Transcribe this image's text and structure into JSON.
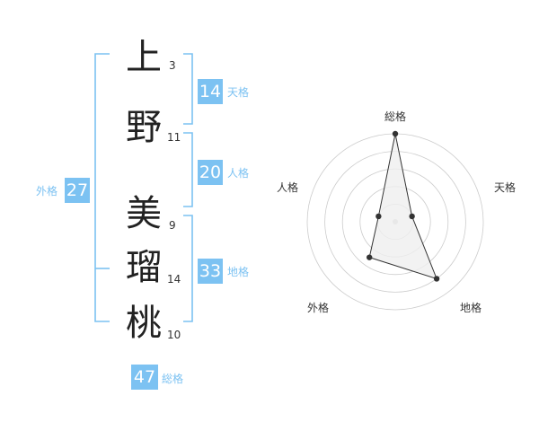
{
  "name": {
    "characters": [
      {
        "char": "上",
        "strokes": "3"
      },
      {
        "char": "野",
        "strokes": "11"
      },
      {
        "char": "美",
        "strokes": "9"
      },
      {
        "char": "瑠",
        "strokes": "14"
      },
      {
        "char": "桃",
        "strokes": "10"
      }
    ]
  },
  "fortunes": {
    "tenkaku": {
      "value": "14",
      "label": "天格"
    },
    "jinkaku": {
      "value": "20",
      "label": "人格"
    },
    "chikaku": {
      "value": "33",
      "label": "地格"
    },
    "gaikaku": {
      "value": "27",
      "label": "外格"
    },
    "soukaku": {
      "value": "47",
      "label": "総格"
    }
  },
  "colors": {
    "accent": "#7cc2f2",
    "bracket": "#7cc2f2",
    "text": "#222222",
    "radar_grid": "#cccccc",
    "radar_fill": "#efefef",
    "radar_line": "#333333"
  },
  "chart_data": {
    "type": "radar",
    "axes": [
      "総格",
      "天格",
      "地格",
      "外格",
      "人格"
    ],
    "values": [
      5,
      1,
      4,
      2.5,
      1
    ],
    "max": 5,
    "rings": 5
  }
}
